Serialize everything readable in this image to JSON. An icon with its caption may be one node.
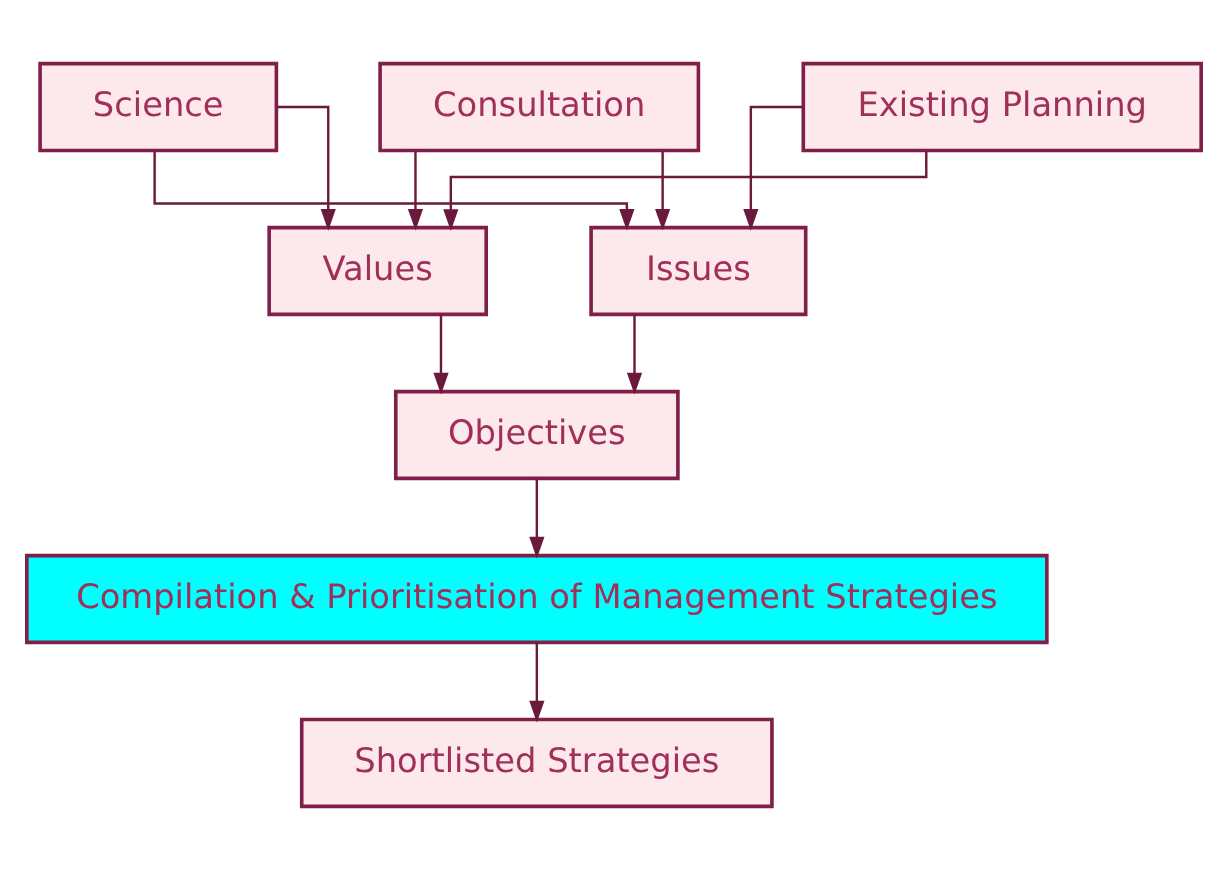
{
  "diagram": {
    "nodes": [
      {
        "text": [
          "Science"
        ]
      },
      {
        "text": [
          "Consultation"
        ]
      },
      {
        "text": [
          "Existing Planning"
        ]
      },
      {
        "text": [
          "Values"
        ]
      },
      {
        "text": [
          "Issues"
        ]
      },
      {
        "text": [
          "Objectives"
        ]
      },
      {
        "text": [
          "Compilation & Prioritisation of Management Strategies"
        ]
      },
      {
        "text": [
          "Shortlisted Strategies"
        ]
      }
    ],
    "edges": [
      {
        "from": 0,
        "to": 3,
        "arrow": "to"
      },
      {
        "from": 0,
        "to": 4,
        "arrow": "to"
      },
      {
        "from": 1,
        "to": 3,
        "arrow": "to"
      },
      {
        "from": 1,
        "to": 4,
        "arrow": "to"
      },
      {
        "from": 2,
        "to": 3,
        "arrow": "to"
      },
      {
        "from": 2,
        "to": 4,
        "arrow": "to"
      },
      {
        "from": 3,
        "to": 5,
        "arrow": "to"
      },
      {
        "from": 4,
        "to": 5,
        "arrow": "to"
      },
      {
        "from": 5,
        "to": 6,
        "arrow": "to"
      },
      {
        "from": 6,
        "to": 7,
        "arrow": "to"
      }
    ]
  }
}
